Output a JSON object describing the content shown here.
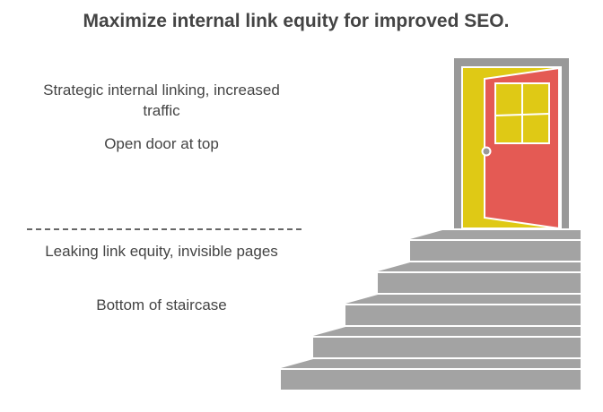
{
  "title": "Maximize internal link equity for improved SEO.",
  "top": {
    "description": "Strategic internal linking, increased traffic",
    "label": "Open door at top"
  },
  "bottom": {
    "description": "Leaking link equity, invisible pages",
    "label": "Bottom of staircase"
  },
  "colors": {
    "door": "#e45a54",
    "doorway": "#dfc915",
    "frame": "#999999",
    "stairs": "#a3a3a3",
    "text": "#444444"
  }
}
